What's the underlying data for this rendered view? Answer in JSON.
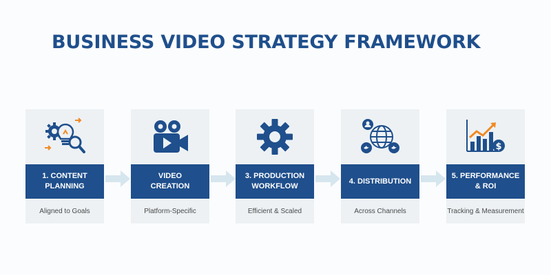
{
  "title": "BUSINESS VIDEO STRATEGY FRAMEWORK",
  "colors": {
    "primary": "#1f4f8c",
    "accent": "#f08a24",
    "card_bg": "#edf1f4",
    "arrow": "#d6e6ef"
  },
  "steps": [
    {
      "label": "1. CONTENT\nPLANNING",
      "caption": "Aligned to Goals",
      "icon": "content-planning-icon"
    },
    {
      "label": "VIDEO\nCREATION",
      "caption": "Platform-Specific",
      "icon": "video-camera-icon"
    },
    {
      "label": "3. PRODUCTION\nWORKFLOW",
      "caption": "Efficient & Scaled",
      "icon": "gear-icon"
    },
    {
      "label": "4. DISTRIBUTION",
      "caption": "Across Channels",
      "icon": "social-globe-icon"
    },
    {
      "label": "5. PERFORMANCE\n& ROI",
      "caption": "Tracking & Measurement",
      "icon": "growth-chart-icon"
    }
  ]
}
